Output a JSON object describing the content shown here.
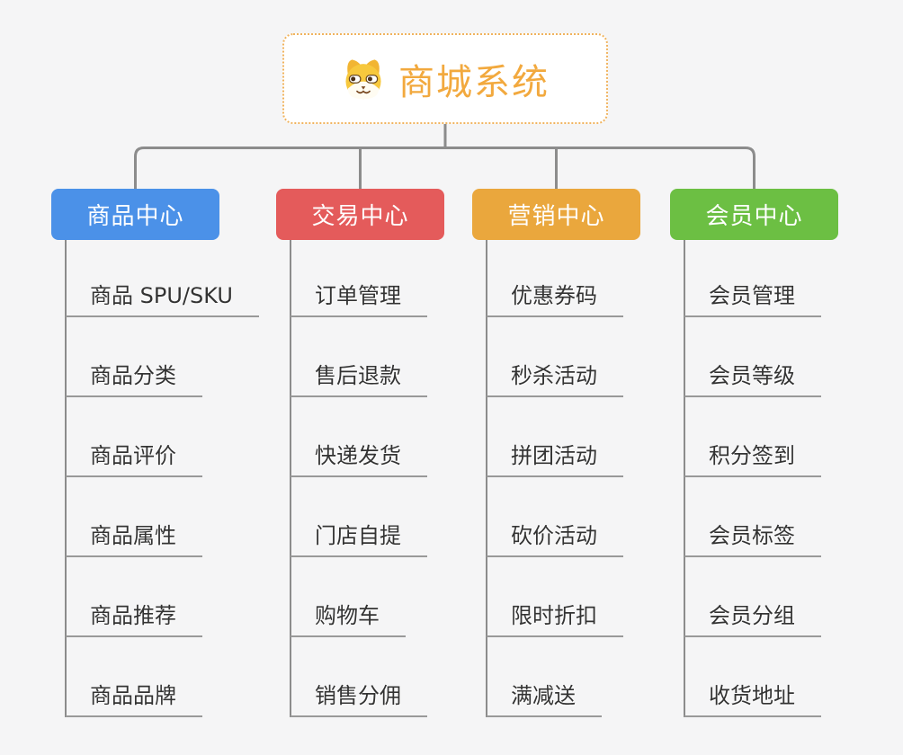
{
  "root": {
    "title": "商城系统",
    "icon": "dog-face-icon"
  },
  "branches": [
    {
      "label": "商品中心",
      "color": "#4b91e8",
      "items": [
        "商品 SPU/SKU",
        "商品分类",
        "商品评价",
        "商品属性",
        "商品推荐",
        "商品品牌"
      ]
    },
    {
      "label": "交易中心",
      "color": "#e45b5b",
      "items": [
        "订单管理",
        "售后退款",
        "快递发货",
        "门店自提",
        "购物车",
        "销售分佣"
      ]
    },
    {
      "label": "营销中心",
      "color": "#eaa73d",
      "items": [
        "优惠券码",
        "秒杀活动",
        "拼团活动",
        "砍价活动",
        "限时折扣",
        "满减送"
      ]
    },
    {
      "label": "会员中心",
      "color": "#6cbf43",
      "items": [
        "会员管理",
        "会员等级",
        "积分签到",
        "会员标签",
        "会员分组",
        "收货地址"
      ]
    }
  ],
  "colors": {
    "background": "#f5f5f6",
    "connector_line": "#8c8c8c",
    "item_underline": "#999999",
    "item_text": "#333333",
    "root_text": "#f2a93e",
    "root_border": "#f0b35e",
    "branch_text": "#ffffff"
  }
}
